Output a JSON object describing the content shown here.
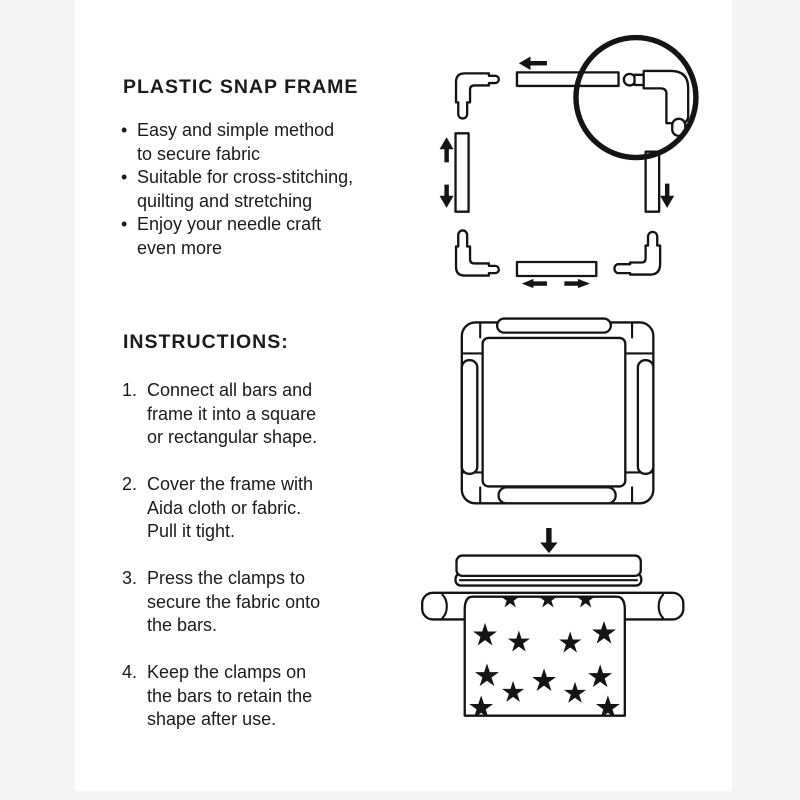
{
  "page": {
    "background": "#f4f4f5",
    "paper_color": "#ffffff",
    "ink_color": "#141414"
  },
  "title": "PLASTIC SNAP FRAME",
  "features": {
    "bullet_char": "•",
    "items": [
      "Easy and simple method\nto secure fabric",
      "Suitable for cross-stitching,\nquilting and stretching",
      "Enjoy your needle craft\neven more"
    ]
  },
  "instructions": {
    "heading": "INSTRUCTIONS:",
    "steps": [
      {
        "num": "1.",
        "text": "Connect all bars and\nframe it into a square\nor rectangular shape."
      },
      {
        "num": "2.",
        "text": "Cover the frame with\nAida cloth or fabric.\nPull it tight."
      },
      {
        "num": "3.",
        "text": "Press the clamps to\nsecure the fabric onto\nthe bars."
      },
      {
        "num": "4.",
        "text": "Keep the clamps on\nthe bars to retain the\nshape after use."
      }
    ]
  },
  "illustrations": {
    "exploded_view": "four corner pieces and four bars with assembly arrows, magnifier circle on top-right corner joint",
    "assembled_view": "square frame with four side clamps",
    "clamping_view": "clamp pressed down onto bar covered with star-print fabric",
    "fabric_star_positions": [
      [
        508,
        619,
        10
      ],
      [
        547,
        619,
        10
      ],
      [
        586,
        619,
        10
      ],
      [
        482,
        656,
        13
      ],
      [
        517,
        663,
        12
      ],
      [
        570,
        664,
        12
      ],
      [
        605,
        654,
        13
      ],
      [
        484,
        698,
        13
      ],
      [
        543,
        703,
        13
      ],
      [
        601,
        699,
        13
      ],
      [
        511,
        715,
        12
      ],
      [
        575,
        716,
        12
      ],
      [
        478,
        731,
        13
      ],
      [
        609,
        731,
        13
      ]
    ]
  }
}
